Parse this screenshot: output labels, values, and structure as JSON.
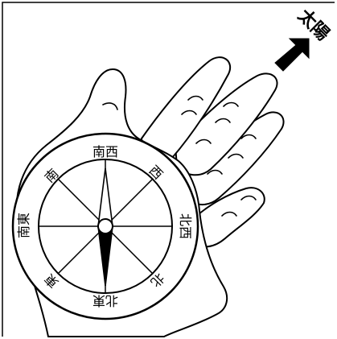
{
  "sun_label": "太陽",
  "compass": {
    "top": "南西",
    "upper_left": "南",
    "upper_right": "西",
    "left": "南東",
    "right": "北西",
    "lower_left": "東",
    "lower_right": "北",
    "bottom": "北東"
  },
  "colors": {
    "ink": "#000000",
    "background": "#ffffff"
  }
}
